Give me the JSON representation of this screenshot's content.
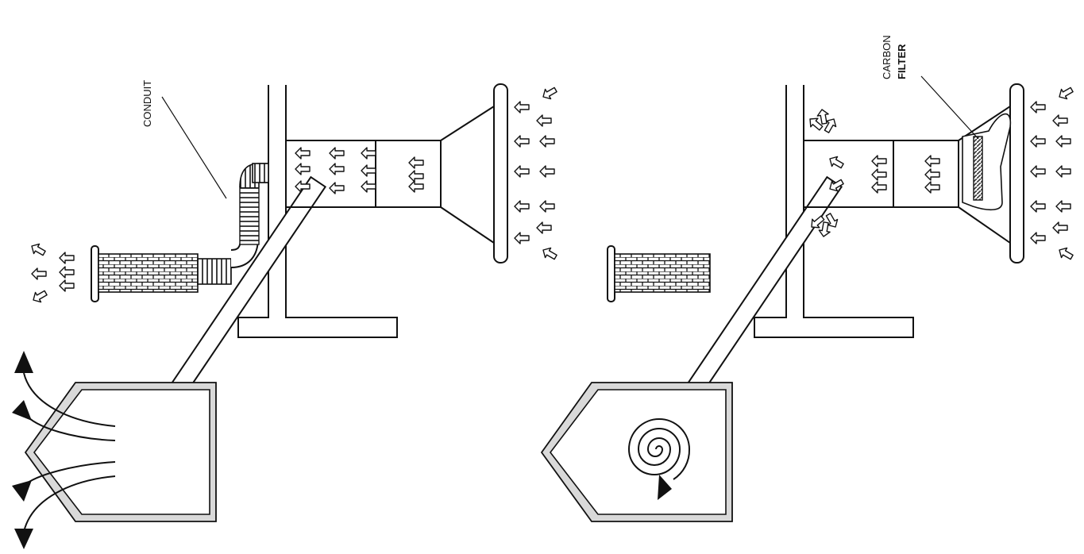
{
  "labels": {
    "conduit": "CONDUIT",
    "carbon": "CARBON",
    "filter": "FILTER"
  },
  "colors": {
    "stroke": "#111111",
    "background": "#ffffff",
    "cabinet_frame": "#d9d9d9",
    "filter_hatch": "#333333"
  },
  "panels": [
    {
      "name": "ducted-hood",
      "airflow": "vented-outside",
      "arrow_icons": "hollow-arrow-icon"
    },
    {
      "name": "recirculating-hood",
      "airflow": "recirculated",
      "arrow_icons": "hollow-arrow-icon"
    }
  ]
}
